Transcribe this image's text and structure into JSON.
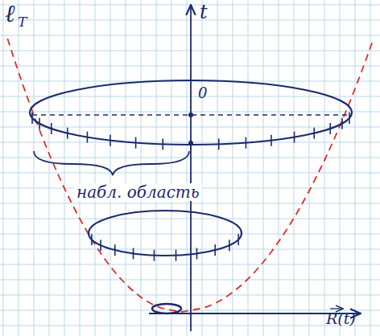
{
  "diagram": {
    "labels": [
      "ℓ",
      "T",
      "t",
      "0",
      "набл. область",
      "R(t)"
    ]
  }
}
